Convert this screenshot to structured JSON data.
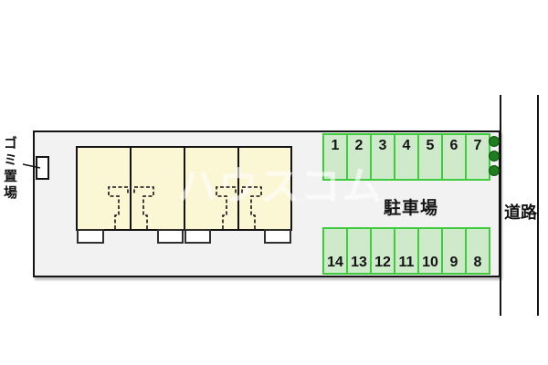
{
  "labels": {
    "garbage_area": "ゴミ置場",
    "parking_lot": "駐車場",
    "road": "道路"
  },
  "watermark": "ハウスコム",
  "parking": {
    "top_row": [
      "1",
      "2",
      "3",
      "4",
      "5",
      "6",
      "7"
    ],
    "bottom_row": [
      "14",
      "13",
      "12",
      "11",
      "10",
      "9",
      "8"
    ]
  },
  "colors": {
    "site_fill": "#f2f2f2",
    "building_fill": "#fbf6d3",
    "parking_border": "#3ecb3e",
    "parking_fill": "#cfe9cb",
    "tree_green": "#1f7c1f",
    "line": "#141414"
  }
}
